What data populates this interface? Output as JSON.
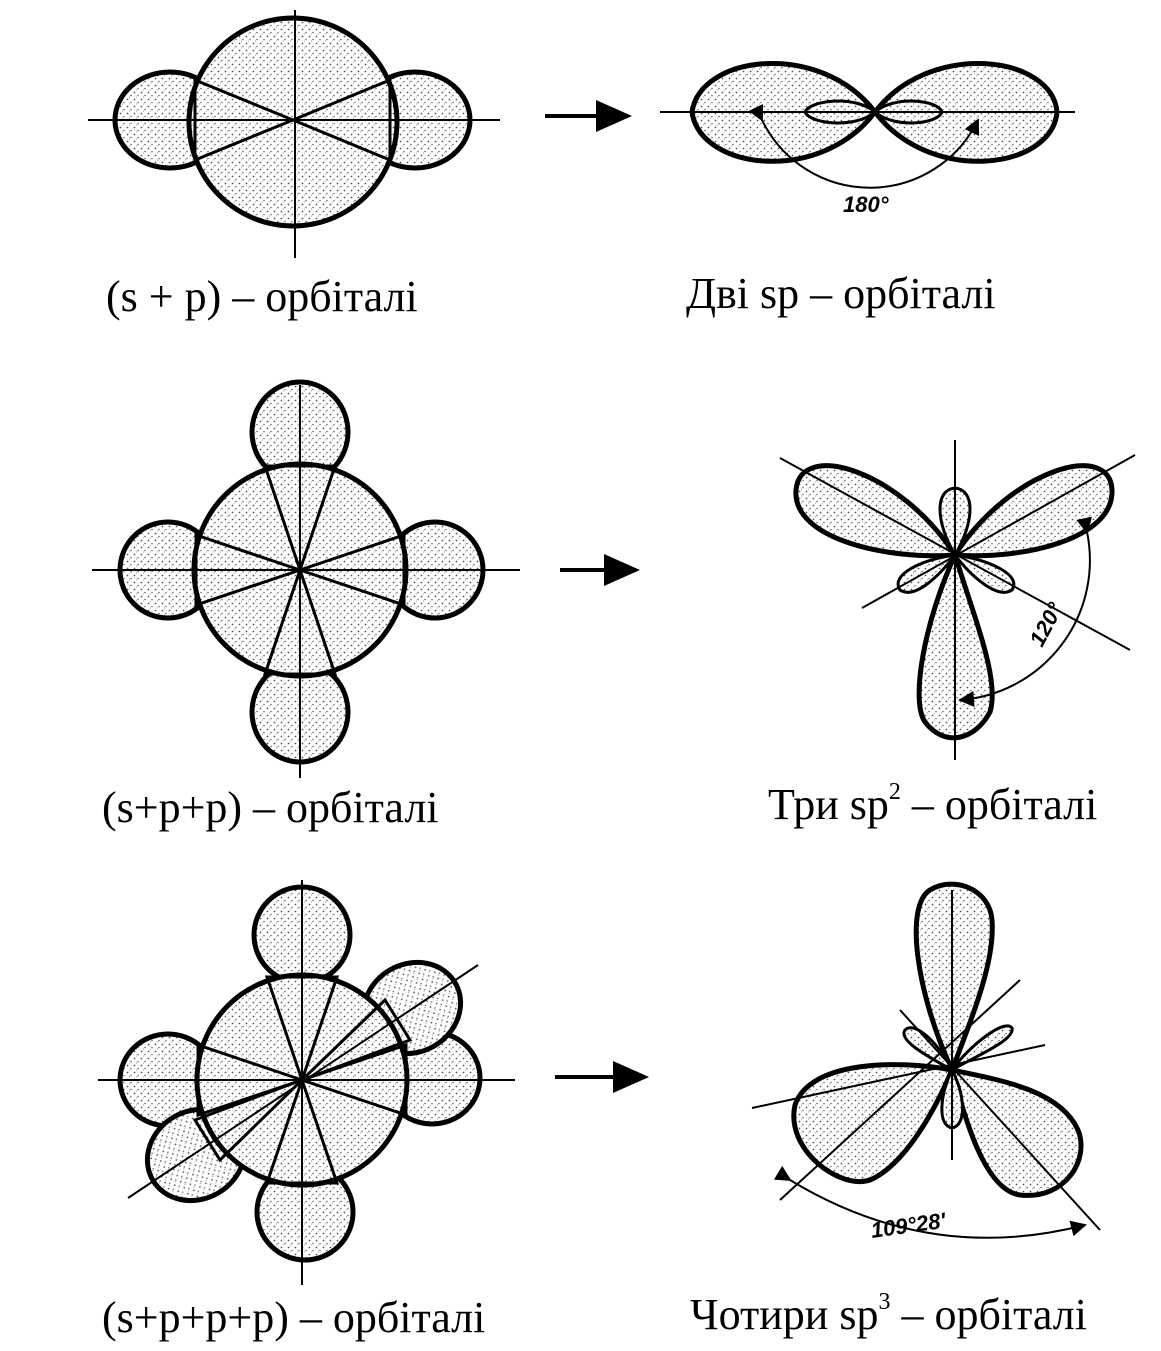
{
  "captions": {
    "sp_before": "(s + p) – орбіталі",
    "sp_after": "Дві sp – орбіталі",
    "sp2_before": "(s+p+p) – орбіталі",
    "sp2_after_pre": "Три sp",
    "sp2_after_sup": "2",
    "sp2_after_post": " – орбіталі",
    "sp3_before": "(s+p+p+p) – орбіталі",
    "sp3_after_pre": "Чотири sp",
    "sp3_after_sup": "3",
    "sp3_after_post": " – орбіталі"
  },
  "angles": {
    "sp": "180°",
    "sp2": "120°",
    "sp3": "109°28'"
  },
  "colors": {
    "ink": "#000000",
    "stipple": "#555555",
    "background": "#ffffff"
  }
}
